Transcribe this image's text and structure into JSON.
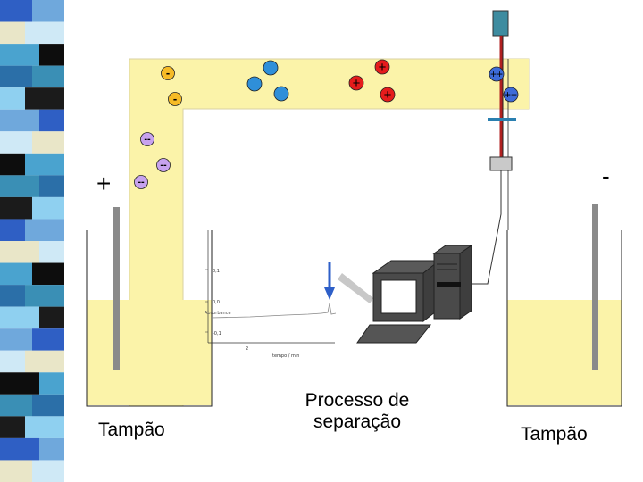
{
  "labels": {
    "buffer_left": "Tampão",
    "buffer_right": "Tampão",
    "process_line1": "Processo de",
    "process_line2": "separação"
  },
  "poles": {
    "positive": "+",
    "negative": "-"
  },
  "ions": {
    "anion_single": "-",
    "anion_double": "--",
    "cation_single": "+",
    "cation_double": "++"
  },
  "colors": {
    "capillary": "#fbf3a9",
    "buffer": "#fbf3a9",
    "anion_single": "#f6bb26",
    "anion_double": "#c7a2ef",
    "neutral": "#2f8fd9",
    "cation_single": "#e51c1c",
    "cation_double": "#3d6bd8",
    "detector_arrow": "#2e5fc8",
    "electrode": "#8a8a8a",
    "computer": "#4a4a4a",
    "screen": "#ffffff"
  }
}
